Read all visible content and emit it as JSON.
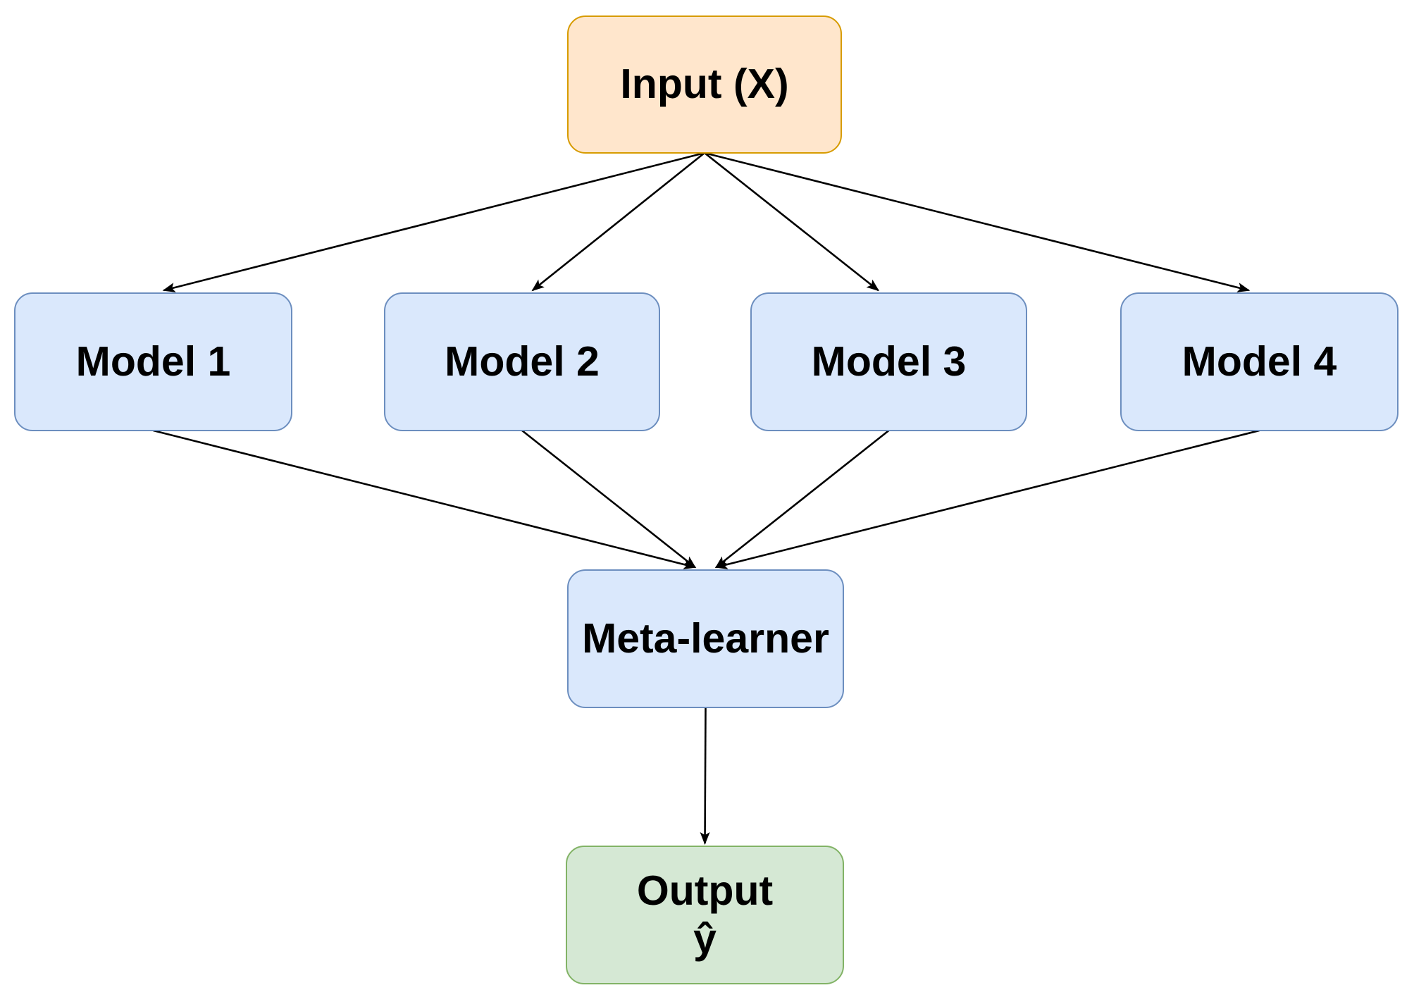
{
  "diagram": {
    "type": "flowchart",
    "description": "Stacking ensemble: input feeds four base models whose outputs feed a meta-learner producing the final prediction",
    "edge_color": "#000000",
    "nodes": [
      {
        "id": "input",
        "label": "Input (X)",
        "fill": "#FFE6CC",
        "stroke": "#D79B00"
      },
      {
        "id": "model1",
        "label": "Model 1",
        "fill": "#DAE8FC",
        "stroke": "#6C8EBF"
      },
      {
        "id": "model2",
        "label": "Model 2",
        "fill": "#DAE8FC",
        "stroke": "#6C8EBF"
      },
      {
        "id": "model3",
        "label": "Model 3",
        "fill": "#DAE8FC",
        "stroke": "#6C8EBF"
      },
      {
        "id": "model4",
        "label": "Model 4",
        "fill": "#DAE8FC",
        "stroke": "#6C8EBF"
      },
      {
        "id": "meta",
        "label": "Meta-learner",
        "fill": "#DAE8FC",
        "stroke": "#6C8EBF"
      },
      {
        "id": "output",
        "label": "Output",
        "label2": "ŷ",
        "fill": "#D5E8D4",
        "stroke": "#82B366"
      }
    ],
    "edges": [
      {
        "from": "input",
        "to": "model1"
      },
      {
        "from": "input",
        "to": "model2"
      },
      {
        "from": "input",
        "to": "model3"
      },
      {
        "from": "input",
        "to": "model4"
      },
      {
        "from": "model1",
        "to": "meta"
      },
      {
        "from": "model2",
        "to": "meta"
      },
      {
        "from": "model3",
        "to": "meta"
      },
      {
        "from": "model4",
        "to": "meta"
      },
      {
        "from": "meta",
        "to": "output"
      }
    ]
  }
}
